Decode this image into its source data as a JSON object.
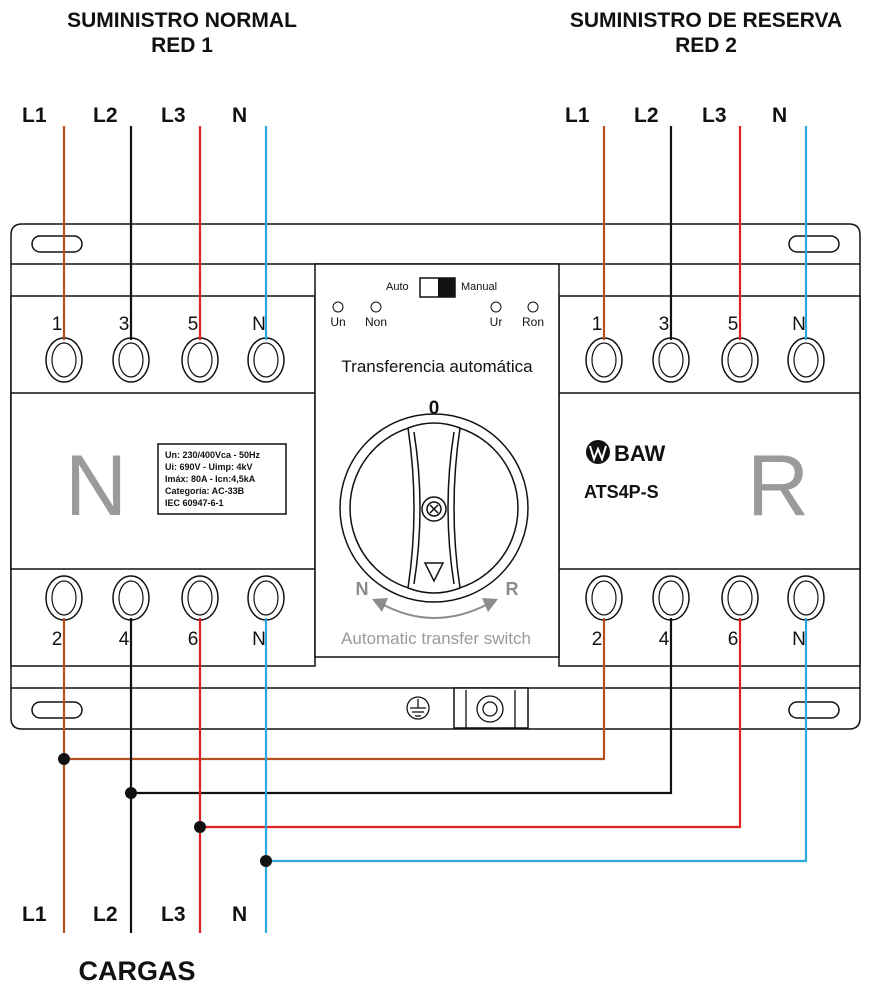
{
  "headers": {
    "normal_line1": "SUMINISTRO NORMAL",
    "normal_line2": "RED 1",
    "reserve_line1": "SUMINISTRO DE RESERVA",
    "reserve_line2": "RED 2",
    "loads": "CARGAS"
  },
  "phase_labels": {
    "left_top": [
      "L1",
      "L2",
      "L3",
      "N"
    ],
    "right_top": [
      "L1",
      "L2",
      "L3",
      "N"
    ],
    "bottom": [
      "L1",
      "L2",
      "L3",
      "N"
    ]
  },
  "terminals": {
    "left_top": [
      "1",
      "3",
      "5",
      "N"
    ],
    "left_bottom": [
      "2",
      "4",
      "6",
      "N"
    ],
    "right_top": [
      "1",
      "3",
      "5",
      "N"
    ],
    "right_bottom": [
      "2",
      "4",
      "6",
      "N"
    ]
  },
  "panel": {
    "switch_auto": "Auto",
    "switch_manual": "Manual",
    "led_un": "Un",
    "led_non": "Non",
    "led_ur": "Ur",
    "led_ron": "Ron",
    "title": "Transferencia automática",
    "position_zero": "0",
    "position_n": "N",
    "position_r": "R",
    "footer": "Automatic transfer switch"
  },
  "normal_module": {
    "letter": "N",
    "spec_lines": [
      "Un: 230/400Vca - 50Hz",
      "Ui: 690V - Uimp: 4kV",
      "Imáx: 80A - Icn:4,5kA",
      "Categoría: AC-33B",
      "IEC 60947-6-1"
    ]
  },
  "reserve_module": {
    "brand": "BAW",
    "model": "ATS4P-S",
    "letter": "R"
  },
  "colors": {
    "L1": "#b5501e",
    "L2": "#111111",
    "L3": "#e02020",
    "N": "#29a9e0",
    "outline": "#111111",
    "module_text": "#9a9a9a"
  },
  "icons": [
    "earth-ground-icon",
    "baw-logo-icon",
    "rotary-arrow-icon"
  ]
}
